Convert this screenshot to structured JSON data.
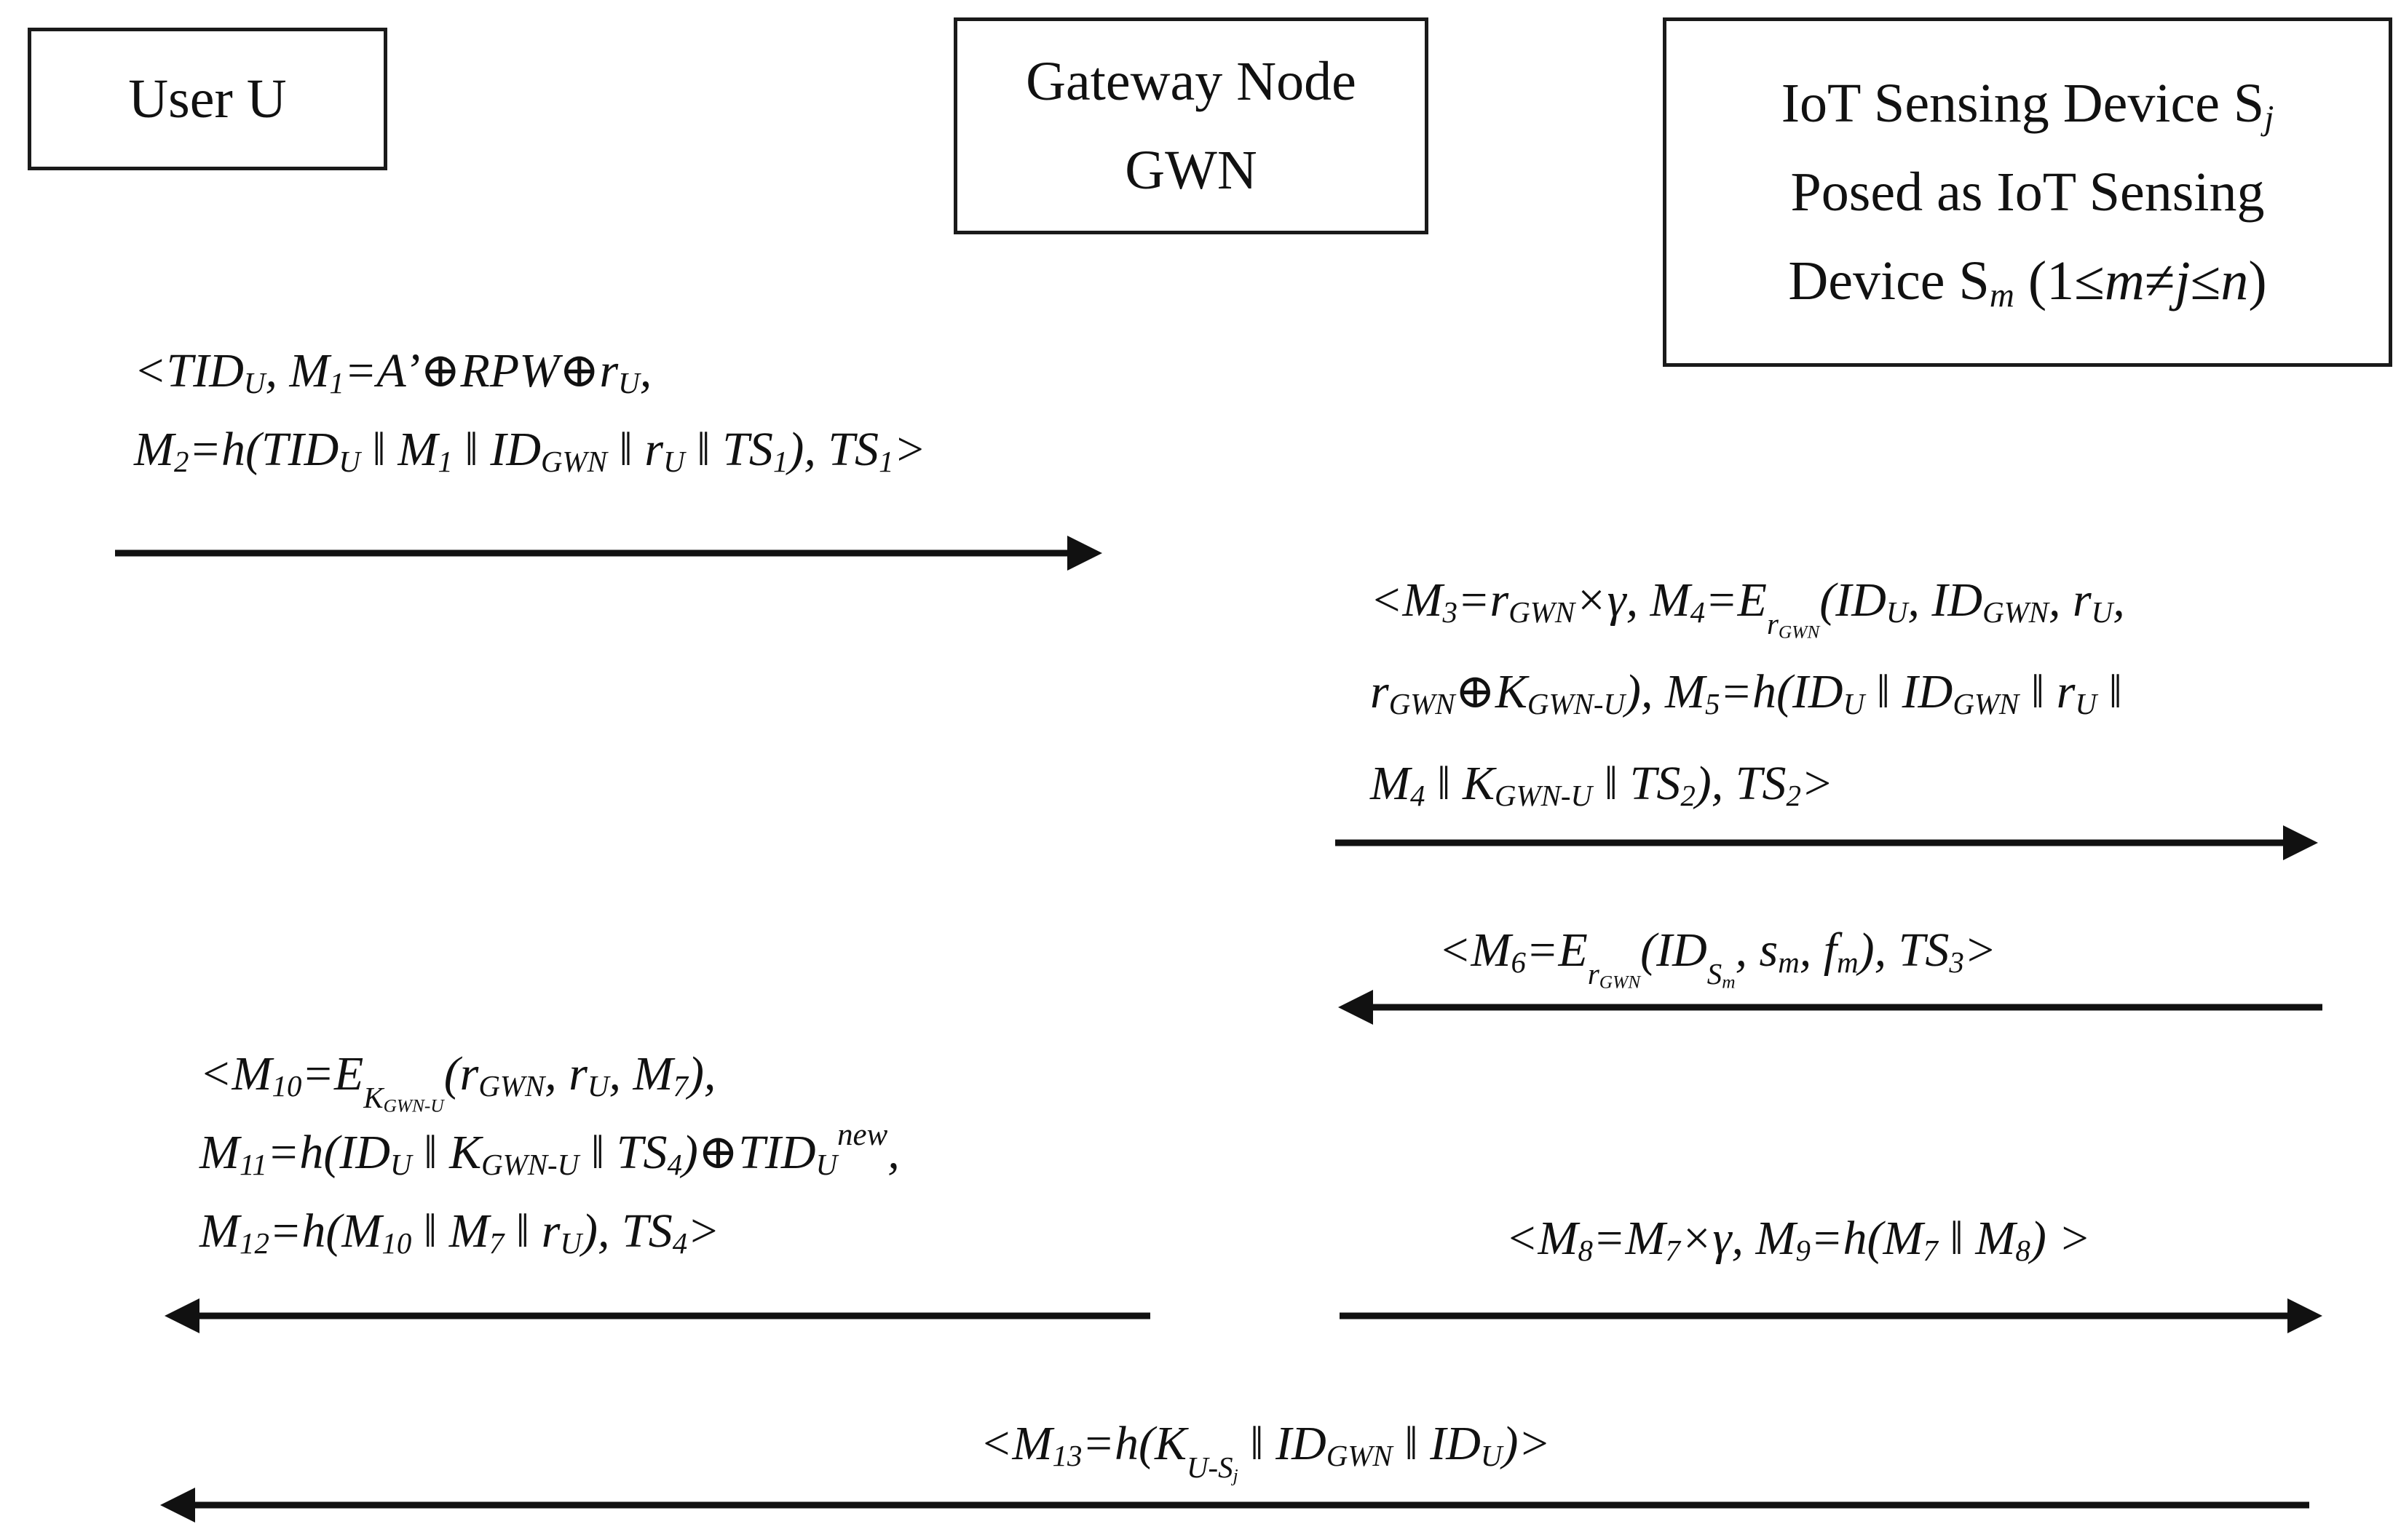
{
  "entities": {
    "user": {
      "label": "User U"
    },
    "gateway": {
      "line1": "Gateway Node",
      "line2": "GWN"
    },
    "sensor": {
      "line1_prefix": "IoT Sensing Device S",
      "line1_sub": "j",
      "line2": "Posed as IoT Sensing",
      "line3_prefix": "Device S",
      "line3_sub": "m",
      "line3_open": " (1≤",
      "line3_m": "m",
      "line3_neq": "≠",
      "line3_j": "j",
      "line3_le": "≤",
      "line3_n": "n",
      "line3_close": ")"
    }
  },
  "messages": {
    "msg1": {
      "direction": "user-to-gateway"
    },
    "msg2": {
      "direction": "gateway-to-sensor"
    },
    "msg3": {
      "direction": "sensor-to-gateway"
    },
    "msg4": {
      "direction": "gateway-to-user"
    },
    "msg5": {
      "direction": "gateway-to-sensor"
    },
    "msg6": {
      "direction": "sensor-to-user"
    }
  },
  "colors": {
    "stroke": "#111111",
    "background": "#ffffff"
  }
}
